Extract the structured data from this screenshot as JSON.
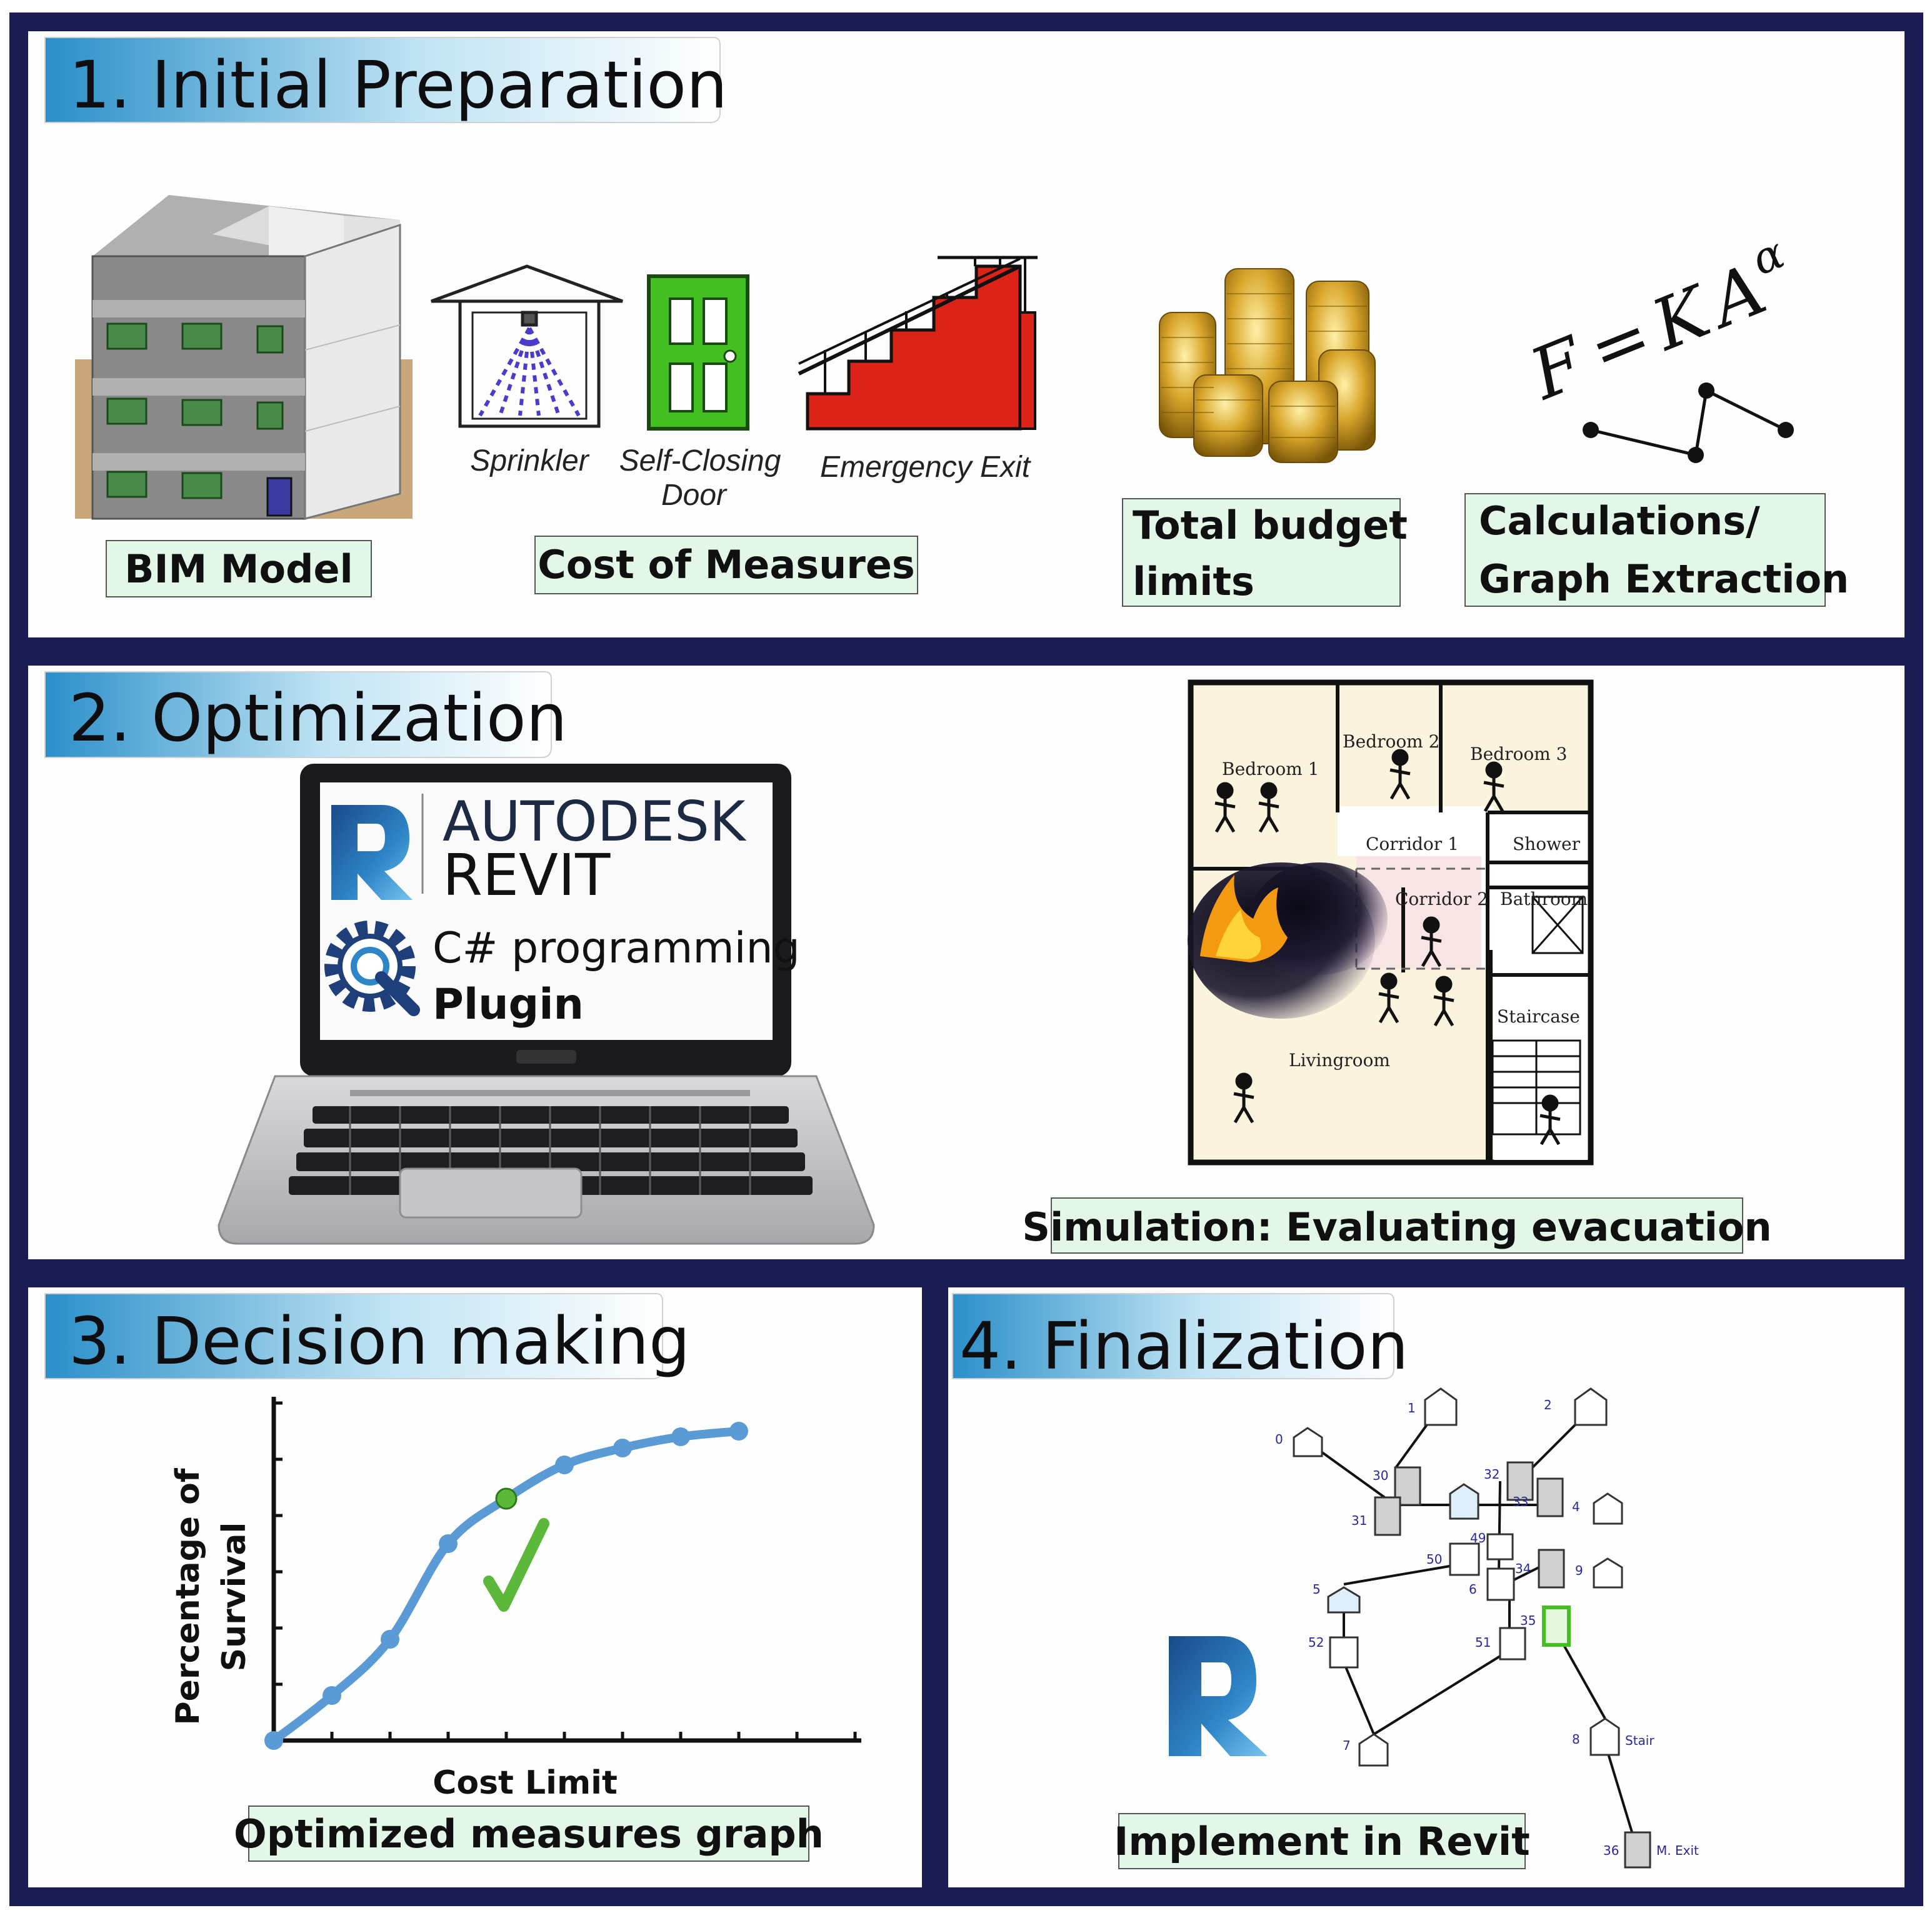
{
  "panels": {
    "p1": {
      "title": "1. Initial Preparation",
      "bim_label": "BIM Model",
      "sprinkler_label": "Sprinkler",
      "door_label_1": "Self-Closing",
      "door_label_2": "Door",
      "exit_label": "Emergency Exit",
      "cost_label": "Cost of Measures",
      "budget_label_1": "Total budget",
      "budget_label_2": "limits",
      "calc_label_1": "Calculations/",
      "calc_label_2": "Graph Extraction",
      "formula_lhs": "F",
      "formula_eq": "=",
      "formula_k": "K",
      "formula_a": "A",
      "formula_exp": "α"
    },
    "p2": {
      "title": "2. Optimization",
      "screen_brand": "AUTODESK",
      "screen_product": "REVIT",
      "screen_lang": "C# programming",
      "screen_plugin": "Plugin",
      "sim_label": "Simulation: Evaluating evacuation",
      "rooms": {
        "bedroom1": "Bedroom 1",
        "bedroom2": "Bedroom 2",
        "bedroom3": "Bedroom 3",
        "corridor1": "Corridor 1",
        "corridor2": "Corridor 2",
        "shower": "Shower",
        "bathroom": "Bathroom",
        "staircase": "Staircase",
        "livingroom": "Livingroom"
      }
    },
    "p3": {
      "title": "3. Decision making",
      "ylabel_1": "Percentage of",
      "ylabel_2": "Survival",
      "xlabel": "Cost Limit",
      "caption": "Optimized measures graph"
    },
    "p4": {
      "title": "4. Finalization",
      "caption": "Implement in Revit",
      "node_labels": {
        "n0": "0",
        "n1": "1",
        "n2": "2",
        "n30": "30",
        "n31": "31",
        "n32": "32",
        "n33": "33",
        "n4": "4",
        "n49": "49",
        "n50": "50",
        "n34": "34",
        "n9": "9",
        "n5": "5",
        "n6": "6",
        "n35": "35",
        "n52": "52",
        "n51": "51",
        "n7": "7",
        "n8": "8",
        "n36": "36",
        "stair": "Stair",
        "mexit": "M. Exit"
      }
    }
  },
  "colors": {
    "frame": "#1c1c55",
    "title_grad_start": "#2a8fc9",
    "label_bg": "#e3f7e8",
    "door_green": "#44bf22",
    "stair_red": "#dc2318",
    "curve_blue": "#5b9bd5",
    "check_green": "#5cb83a"
  },
  "chart_data": {
    "type": "line",
    "title": "",
    "xlabel": "Cost Limit",
    "ylabel": "Percentage of Survival",
    "x": [
      0,
      1,
      2,
      3,
      4,
      5,
      6,
      7,
      8
    ],
    "series": [
      {
        "values": [
          0,
          0.08,
          0.18,
          0.35,
          0.43,
          0.49,
          0.52,
          0.54,
          0.55
        ]
      }
    ],
    "highlight_index": 4,
    "xlim": [
      0,
      10
    ],
    "ylim": [
      0,
      0.6
    ],
    "grid": false
  }
}
